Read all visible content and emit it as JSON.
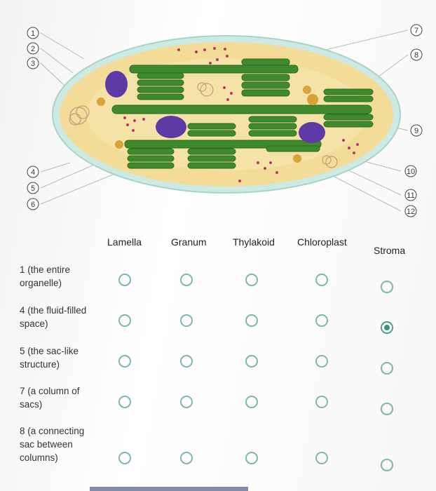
{
  "diagram": {
    "left_callouts": [
      "1",
      "2",
      "3",
      "4",
      "5",
      "6"
    ],
    "right_callouts": [
      "7",
      "8",
      "9",
      "10",
      "11",
      "12"
    ],
    "colors": {
      "outer_membrane": "#bfe2dc",
      "stroma": "#f3dc95",
      "thylakoid": "#3f8a2c",
      "starch": "#5d3aa6",
      "lipid": "#d9a23a"
    }
  },
  "quiz": {
    "columns": [
      "Lamella",
      "Granum",
      "Thylakoid",
      "Chloroplast",
      "Stroma"
    ],
    "rows": [
      {
        "label": "1 (the entire organelle)",
        "selected": null
      },
      {
        "label": "4 (the fluid-filled space)",
        "selected": 4
      },
      {
        "label": "5 (the sac-like structure)",
        "selected": null
      },
      {
        "label": "7 (a column of sacs)",
        "selected": null
      },
      {
        "label": "8 (a connecting sac between columns)",
        "selected": null
      }
    ]
  }
}
